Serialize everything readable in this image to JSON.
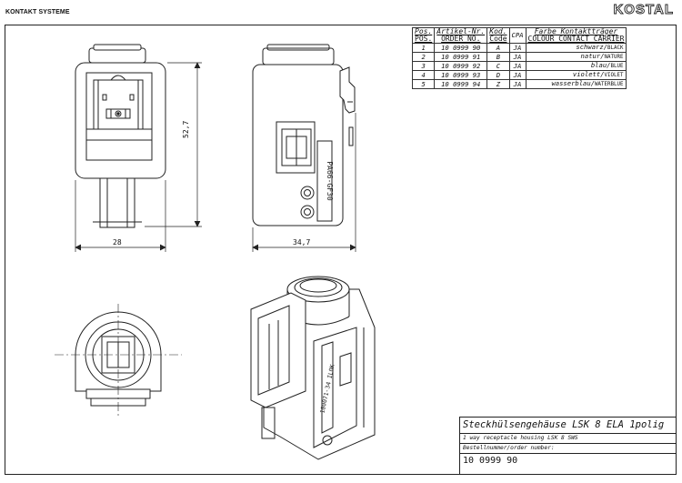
{
  "header": {
    "company": "KONTAKT SYSTEME",
    "brand": "KOSTAL"
  },
  "dimensions": {
    "height": "52,7",
    "width_front": "28",
    "width_side": "34,7"
  },
  "table": {
    "headers": [
      {
        "de": "Pos.",
        "en": "POS."
      },
      {
        "de": "Artikel-Nr.",
        "en": "ORDER NO."
      },
      {
        "de": "Kod.",
        "en": "Code"
      },
      {
        "de": "CPA",
        "en": ""
      },
      {
        "de": "Farbe Kontaktträger",
        "en": "COLOUR CONTACT CARRIER"
      }
    ],
    "rows": [
      {
        "pos": "1",
        "article": "10 0999 90",
        "code": "A",
        "cpa": "JA",
        "color_de": "schwarz",
        "color_en": "BLACK"
      },
      {
        "pos": "2",
        "article": "10 0999 91",
        "code": "B",
        "cpa": "JA",
        "color_de": "natur",
        "color_en": "NATURE"
      },
      {
        "pos": "3",
        "article": "10 0999 92",
        "code": "C",
        "cpa": "JA",
        "color_de": "blau",
        "color_en": "BLUE"
      },
      {
        "pos": "4",
        "article": "10 0999 93",
        "code": "D",
        "cpa": "JA",
        "color_de": "violett",
        "color_en": "VIOLET"
      },
      {
        "pos": "5",
        "article": "10 0999 94",
        "code": "Z",
        "cpa": "JA",
        "color_de": "wasserblau",
        "color_en": "WATERBLUE"
      }
    ]
  },
  "title_block": {
    "title": "Steckhülsengehäuse LSK 8 ELA 1polig",
    "subtitle": "1 way receptacle housing LSK 8 SWS",
    "order_label": "Bestellnummer/order number:",
    "order_number": "10 0999 90"
  },
  "part_marking": "PA66-GF30",
  "part_marking_iso": "100071-34 ILOK"
}
